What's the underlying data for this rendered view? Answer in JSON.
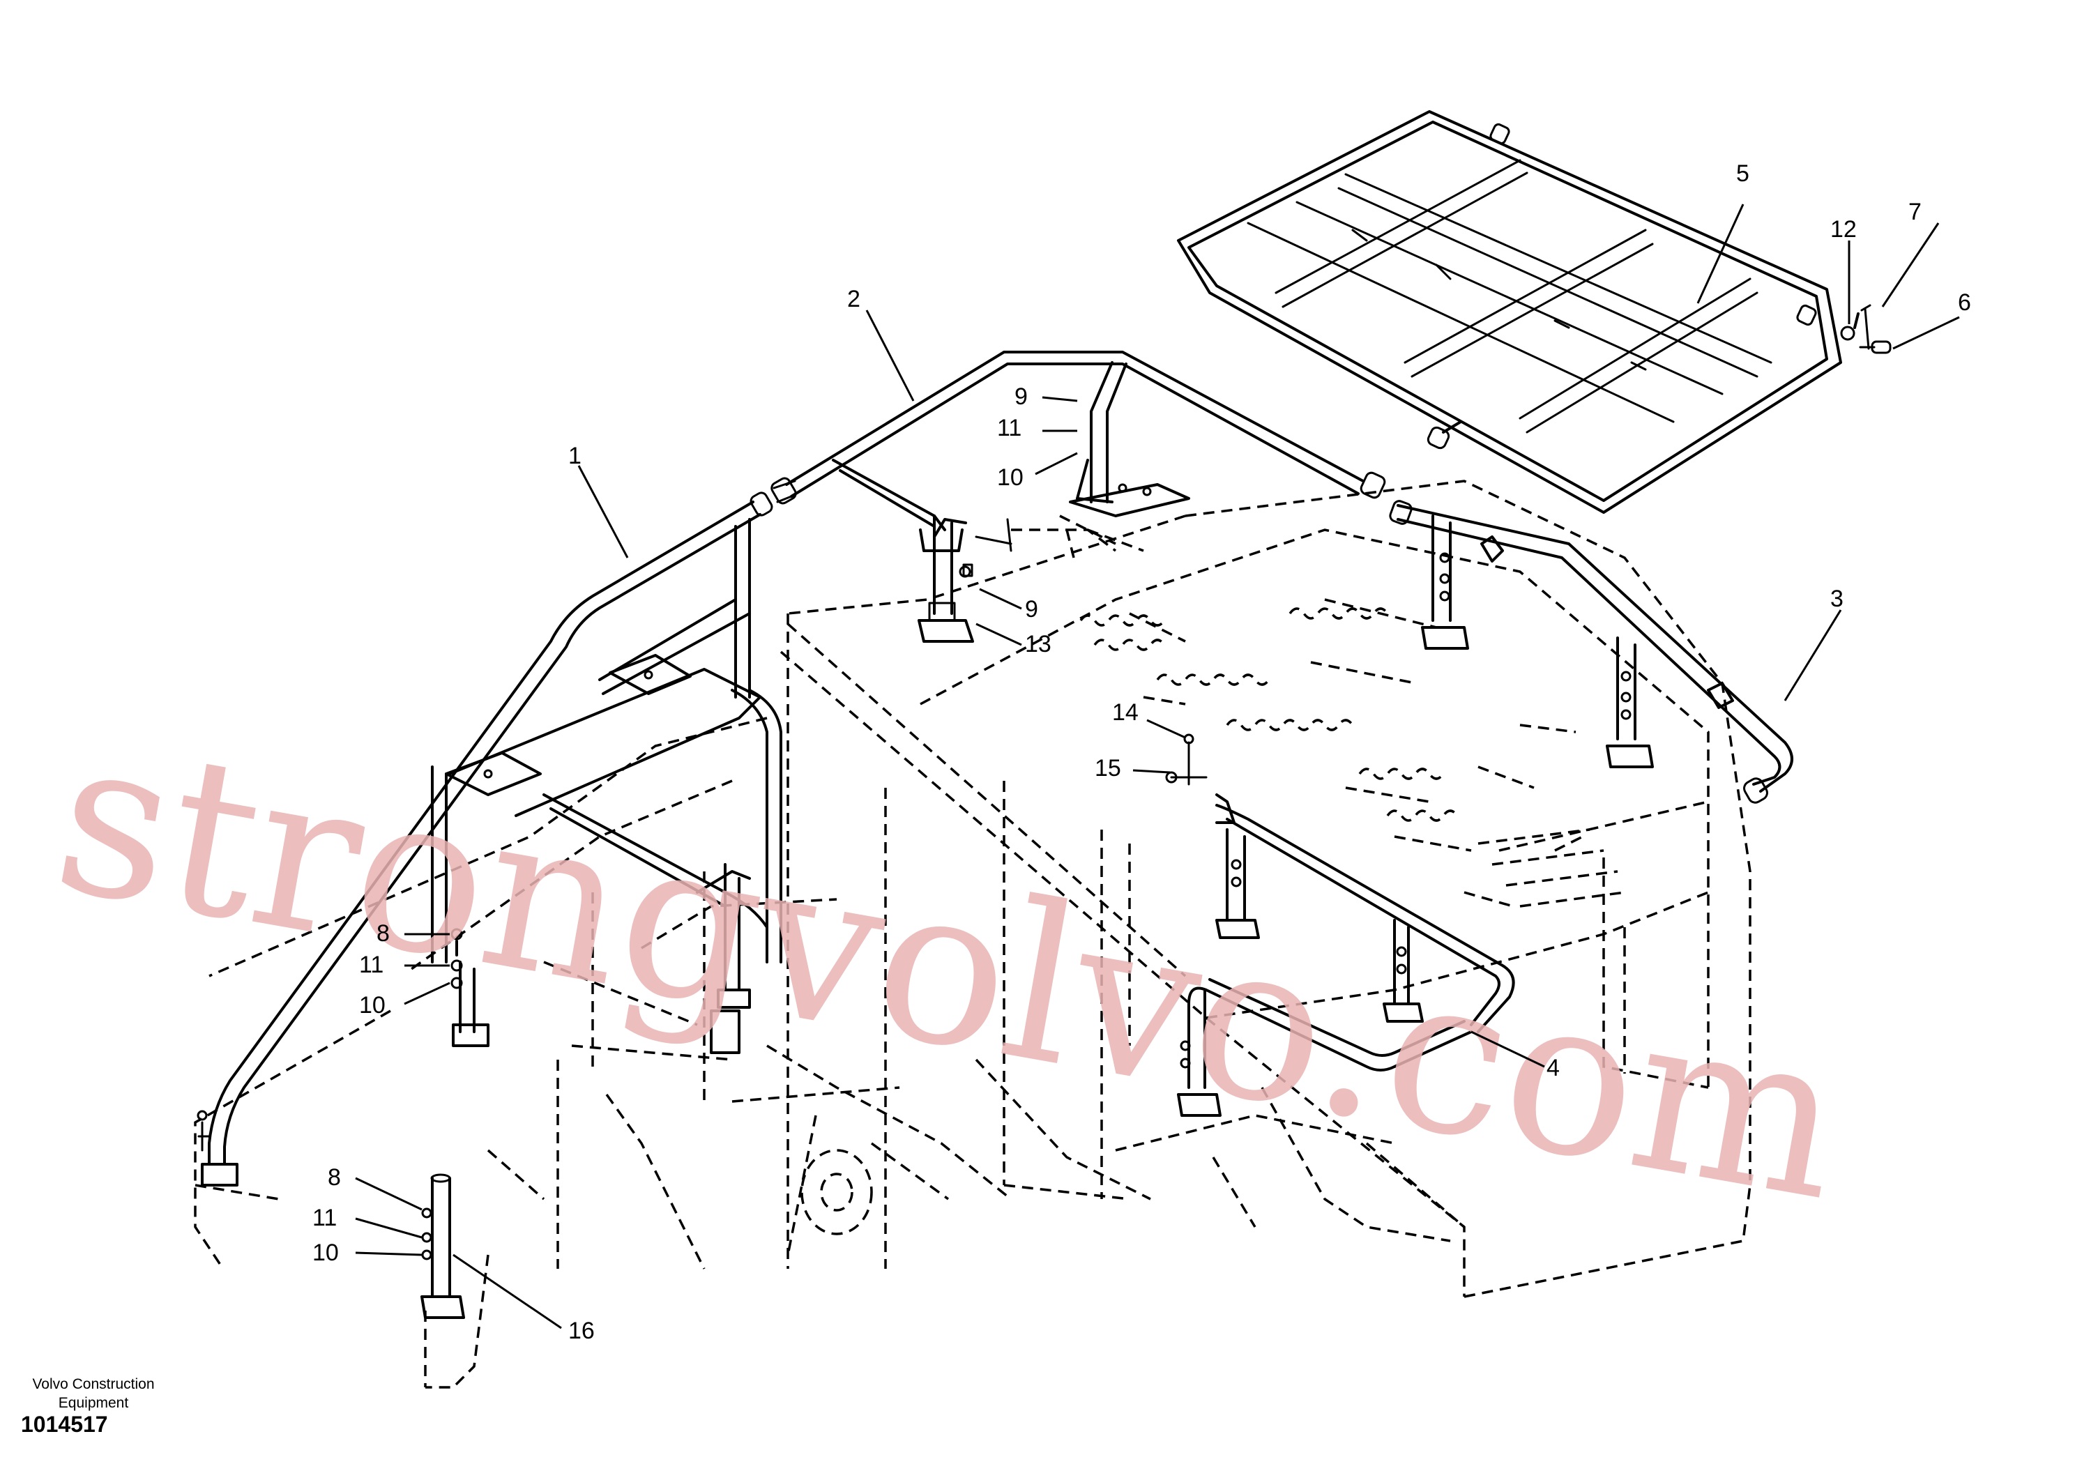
{
  "callouts": {
    "c1": "1",
    "c2": "2",
    "c3": "3",
    "c4": "4",
    "c5": "5",
    "c6": "6",
    "c7": "7",
    "c8a": "8",
    "c8b": "8",
    "c9a": "9",
    "c9b": "9",
    "c10a": "10",
    "c10b": "10",
    "c10c": "10",
    "c11a": "11",
    "c11b": "11",
    "c11c": "11",
    "c12": "12",
    "c13": "13",
    "c14": "14",
    "c15": "15",
    "c16": "16"
  },
  "watermark": "strongvolvo.com",
  "footer": {
    "brand_line1": "Volvo Construction",
    "brand_line2": "Equipment",
    "part_number": "1014517"
  }
}
